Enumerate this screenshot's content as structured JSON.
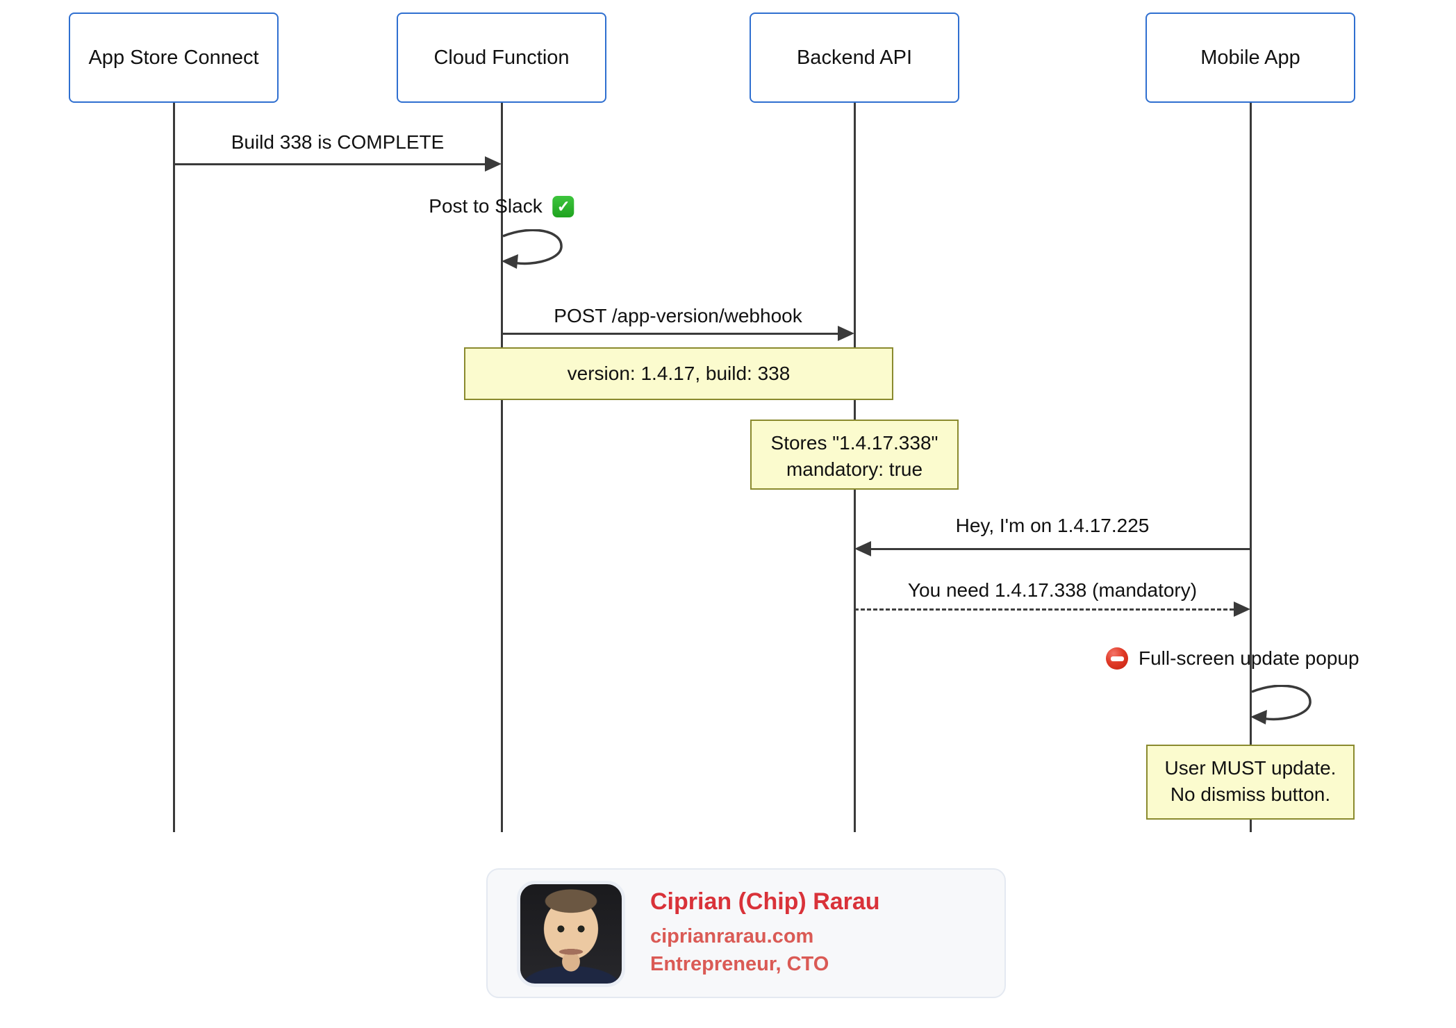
{
  "diagram": {
    "participants": [
      {
        "label": "App Store Connect"
      },
      {
        "label": "Cloud Function"
      },
      {
        "label": "Backend API"
      },
      {
        "label": "Mobile App"
      }
    ],
    "messages": {
      "build_complete": "Build 338 is COMPLETE",
      "post_to_slack": "Post to Slack",
      "post_webhook": "POST /app-version/webhook",
      "reports_version": "Hey, I'm on 1.4.17.225",
      "need_version": "You need 1.4.17.338 (mandatory)",
      "fullscreen_popup": "Full-screen update popup"
    },
    "notes": {
      "version": {
        "text": "version: 1.4.17, build: 338"
      },
      "stores": {
        "line1": "Stores \"1.4.17.338\"",
        "line2": "mandatory: true"
      },
      "update": {
        "line1": "User MUST update.",
        "line2": "No dismiss button."
      }
    },
    "icons": {
      "check": "check-icon",
      "no_entry": "no-entry-icon"
    },
    "colors": {
      "participant_border": "#2F6FD0",
      "lifeline": "#3A3A3A",
      "note_background": "#FBFBCE",
      "note_border": "#8A8A2E",
      "check_green": "#2BB52B",
      "no_entry_red": "#D8261C",
      "card_background": "#F7F8FA",
      "name_red": "#D93239",
      "subtitle_red": "#DA5A55"
    }
  },
  "footer": {
    "name": "Ciprian (Chip) Rarau",
    "website": "ciprianrarau.com",
    "title": "Entrepreneur, CTO"
  }
}
